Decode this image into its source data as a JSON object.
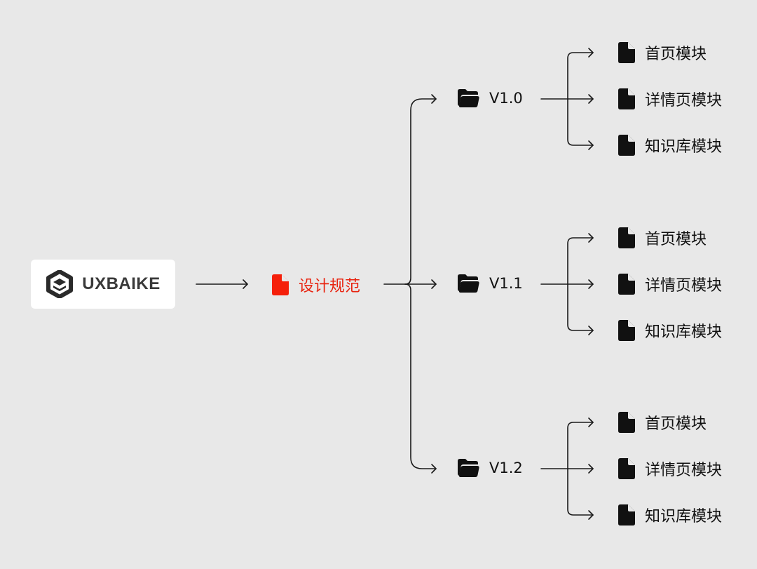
{
  "brand": {
    "name": "UXBAIKE",
    "logo_icon": "hexagon-logo-icon"
  },
  "root": {
    "label": "设计规范",
    "icon": "document-icon",
    "color": "#e8230f"
  },
  "versions": [
    {
      "label": "V1.0",
      "icon": "folder-icon",
      "children": [
        {
          "label": "首页模块",
          "icon": "document-icon"
        },
        {
          "label": "详情页模块",
          "icon": "document-icon"
        },
        {
          "label": "知识库模块",
          "icon": "document-icon"
        }
      ]
    },
    {
      "label": "V1.1",
      "icon": "folder-icon",
      "children": [
        {
          "label": "首页模块",
          "icon": "document-icon"
        },
        {
          "label": "详情页模块",
          "icon": "document-icon"
        },
        {
          "label": "知识库模块",
          "icon": "document-icon"
        }
      ]
    },
    {
      "label": "V1.2",
      "icon": "folder-icon",
      "children": [
        {
          "label": "首页模块",
          "icon": "document-icon"
        },
        {
          "label": "详情页模块",
          "icon": "document-icon"
        },
        {
          "label": "知识库模块",
          "icon": "document-icon"
        }
      ]
    }
  ],
  "colors": {
    "background": "#e8e8e8",
    "line": "#1a1a1a",
    "accent": "#e8230f",
    "text": "#111111"
  }
}
